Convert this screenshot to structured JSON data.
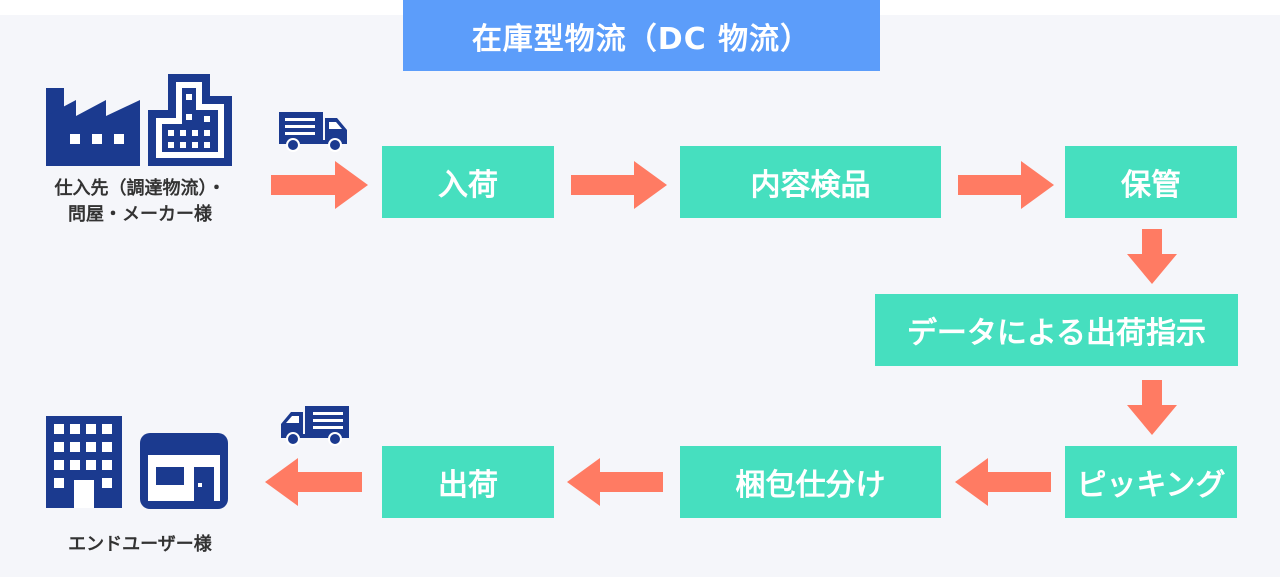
{
  "title": "在庫型物流（DC 物流）",
  "source": {
    "label_line1": "仕入先（調達物流）・",
    "label_line2": "問屋・メーカー様",
    "icons": [
      "factory-icon",
      "building-icon",
      "truck-icon"
    ]
  },
  "destination": {
    "label": "エンドユーザー様",
    "icons": [
      "building-icon",
      "store-icon",
      "truck-icon"
    ]
  },
  "steps": [
    {
      "id": "receiving",
      "label": "入荷"
    },
    {
      "id": "inspection",
      "label": "内容検品"
    },
    {
      "id": "storage",
      "label": "保管"
    },
    {
      "id": "shipping-instruction",
      "label": "データによる出荷指示"
    },
    {
      "id": "picking",
      "label": "ピッキング"
    },
    {
      "id": "packing",
      "label": "梱包仕分け"
    },
    {
      "id": "shipping",
      "label": "出荷"
    }
  ],
  "colors": {
    "title_bg": "#5c9dfa",
    "step_bg": "#46dfbf",
    "arrow": "#ff7b63",
    "icon": "#1b3a8f",
    "background": "#f5f6fa"
  }
}
